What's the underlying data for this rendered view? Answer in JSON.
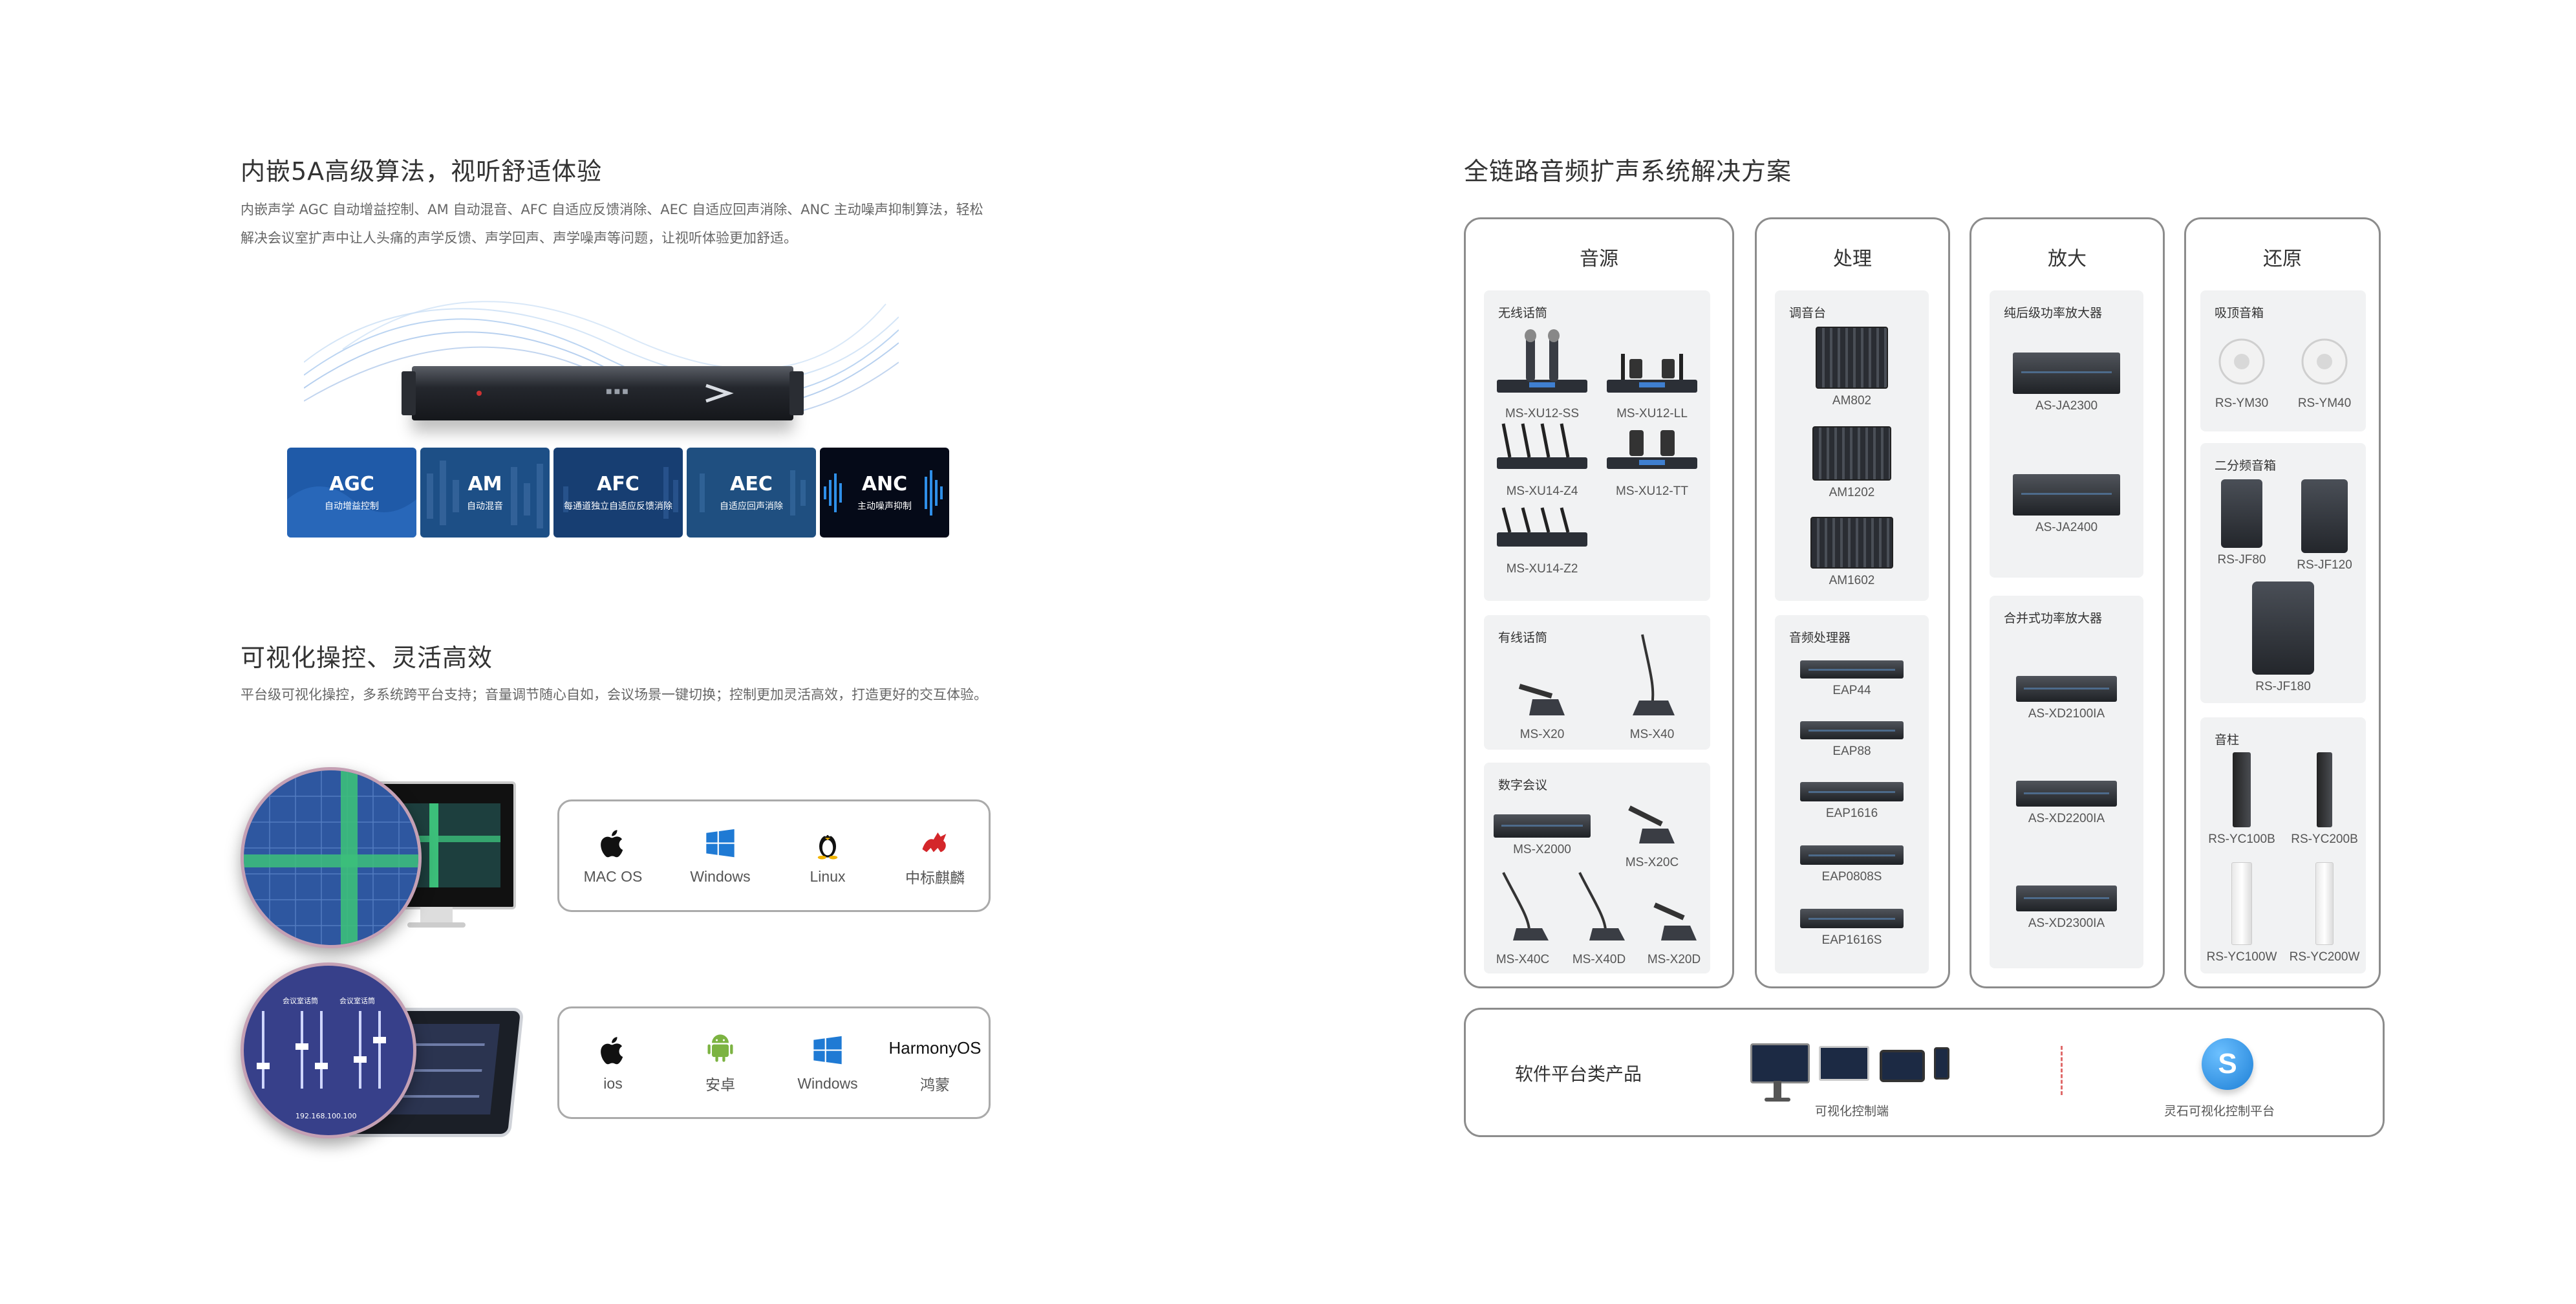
{
  "left": {
    "section1": {
      "title": "内嵌5A高级算法，视听舒适体验",
      "desc_line1": "内嵌声学 AGC 自动增益控制、AM 自动混音、AFC 自适应反馈消除、AEC 自适应回声消除、ANC 主动噪声抑制算法，轻松",
      "desc_line2": "解决会议室扩声中让人头痛的声学反馈、声学回声、声学噪声等问题，让视听体验更加舒适。",
      "algorithms": [
        {
          "code": "AGC",
          "name": "自动增益控制",
          "color": "#1f5aa8"
        },
        {
          "code": "AM",
          "name": "自动混音",
          "color": "#1d4f86"
        },
        {
          "code": "AFC",
          "name": "每通道独立自适应反馈消除",
          "color": "#173e72"
        },
        {
          "code": "AEC",
          "name": "自适应回声消除",
          "color": "#1f4f80"
        },
        {
          "code": "ANC",
          "name": "主动噪声抑制",
          "color": "#050a18"
        }
      ]
    },
    "section2": {
      "title": "可视化操控、灵活高效",
      "desc": "平台级可视化操控，多系统跨平台支持；音量调节随心自如，会议场景一键切换；控制更加灵活高效，打造更好的交互体验。",
      "desktop_os": [
        {
          "label": "MAC OS",
          "icon": "apple-icon"
        },
        {
          "label": "Windows",
          "icon": "windows-icon"
        },
        {
          "label": "Linux",
          "icon": "linux-icon"
        },
        {
          "label": "中标麒麟",
          "icon": "kylin-icon"
        }
      ],
      "mobile_os": [
        {
          "label": "ios",
          "icon": "apple-icon"
        },
        {
          "label": "安卓",
          "icon": "android-icon"
        },
        {
          "label": "Windows",
          "icon": "windows-icon"
        },
        {
          "label": "鸿蒙",
          "icon": "harmonyos-logo",
          "logo_text": "HarmonyOS"
        }
      ],
      "tablet_labels": [
        "会议室话筒",
        "会议室话筒"
      ],
      "tablet_ip": "192.168.100.100"
    }
  },
  "right": {
    "title": "全链路音频扩声系统解决方案",
    "columns": {
      "source": {
        "title": "音源",
        "wireless": {
          "title": "无线话筒",
          "items": [
            "MS-XU12-SS",
            "MS-XU12-LL",
            "MS-XU14-Z4",
            "MS-XU12-TT",
            "MS-XU14-Z2"
          ]
        },
        "wired": {
          "title": "有线话筒",
          "items": [
            "MS-X20",
            "MS-X40"
          ]
        },
        "digital": {
          "title": "数字会议",
          "items": [
            "MS-X2000",
            "MS-X20C",
            "MS-X40C",
            "MS-X40D",
            "MS-X20D"
          ]
        }
      },
      "process": {
        "title": "处理",
        "mixer": {
          "title": "调音台",
          "items": [
            "AM802",
            "AM1202",
            "AM1602"
          ]
        },
        "dsp": {
          "title": "音频处理器",
          "items": [
            "EAP44",
            "EAP88",
            "EAP1616",
            "EAP0808S",
            "EAP1616S"
          ]
        }
      },
      "amplify": {
        "title": "放大",
        "pure": {
          "title": "纯后级功率放大器",
          "items": [
            "AS-JA2300",
            "AS-JA2400"
          ]
        },
        "merged": {
          "title": "合并式功率放大器",
          "items": [
            "AS-XD2100IA",
            "AS-XD2200IA",
            "AS-XD2300IA"
          ]
        }
      },
      "restore": {
        "title": "还原",
        "ceiling": {
          "title": "吸顶音箱",
          "items": [
            "RS-YM30",
            "RS-YM40"
          ]
        },
        "twoway": {
          "title": "二分频音箱",
          "items": [
            "RS-JF80",
            "RS-JF120",
            "RS-JF180"
          ]
        },
        "column": {
          "title": "音柱",
          "items": [
            "RS-YC100B",
            "RS-YC200B",
            "RS-YC100W",
            "RS-YC200W"
          ]
        }
      }
    },
    "software": {
      "title": "软件平台类产品",
      "left_caption": "可视化控制端",
      "right_caption": "灵石可视化控制平台",
      "logo_letter": "S"
    }
  }
}
